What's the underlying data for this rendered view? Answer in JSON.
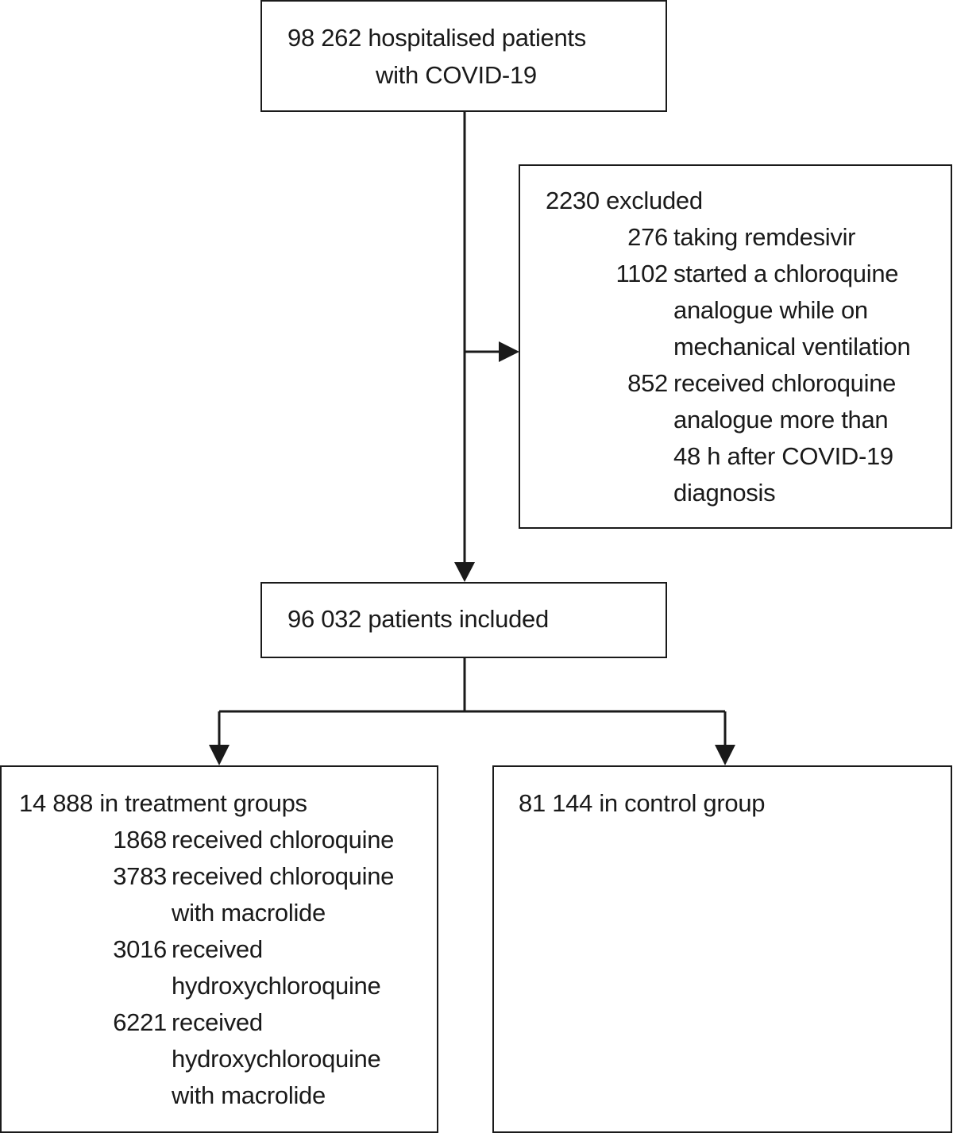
{
  "top_box": {
    "line1": "98 262 hospitalised patients",
    "line2": "with COVID-19"
  },
  "excluded_box": {
    "header": "2230 excluded",
    "items": [
      {
        "count": "276",
        "lines": [
          "taking remdesivir"
        ]
      },
      {
        "count": "1102",
        "lines": [
          "started a chloroquine",
          "analogue while on",
          "mechanical ventilation"
        ]
      },
      {
        "count": "852",
        "lines": [
          "received chloroquine",
          "analogue more than",
          "48 h after COVID-19",
          "diagnosis"
        ]
      }
    ]
  },
  "included_box": {
    "text": "96 032 patients included"
  },
  "treatment_box": {
    "header": "14 888 in treatment groups",
    "items": [
      {
        "count": "1868",
        "lines": [
          "received chloroquine"
        ]
      },
      {
        "count": "3783",
        "lines": [
          "received chloroquine",
          "with macrolide"
        ]
      },
      {
        "count": "3016",
        "lines": [
          "received",
          "hydroxychloroquine"
        ]
      },
      {
        "count": "6221",
        "lines": [
          "received",
          "hydroxychloroquine",
          "with macrolide"
        ]
      }
    ]
  },
  "control_box": {
    "text": "81 144 in control group"
  }
}
